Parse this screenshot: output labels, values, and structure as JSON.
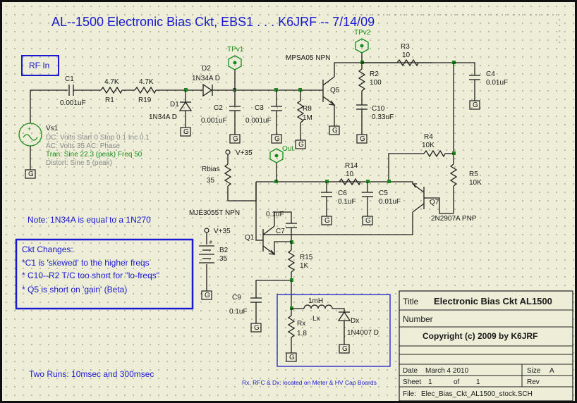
{
  "title": "AL--1500 Electronic Bias Ckt, EBS1 . . . K6JRF -- 7/14/09",
  "rf_in": "RF In",
  "note": "Note: 1N34A is equal to a 1N270",
  "changes": {
    "heading": "Ckt Changes:",
    "items": [
      "*C1 is 'skewed' to the higher freqs",
      "* C10--R2 T/C too short for \"lo-freqs\"",
      "* Q5 is short on 'gain' (Beta)"
    ]
  },
  "runs": "Two Runs:  10msec and 300msec",
  "bottom_note": "Rx, RFC & Dx: located on Meter & HV Cap Boards",
  "source": {
    "name": "Vs1",
    "lines": [
      "DC: Volts  Start 0  Stop 0.1  Inc 0.1",
      "AC: Volts  35  AC: Phase",
      "Tran: Sine  22.3 (peak)  Freq 50",
      "Distort: Sine  5 (peak)"
    ]
  },
  "components": {
    "C1": {
      "ref": "C1",
      "value": "0.001uF"
    },
    "R1": {
      "ref": "R1",
      "value": "4.7K"
    },
    "R19": {
      "ref": "R19",
      "value": "4.7K"
    },
    "D1": {
      "ref": "D1",
      "value": "1N34A  D"
    },
    "D2": {
      "ref": "D2",
      "value": "1N34A  D"
    },
    "C2": {
      "ref": "C2",
      "value": "0.001uF"
    },
    "C3": {
      "ref": "C3",
      "value": "0.001uF"
    },
    "R8": {
      "ref": "R8",
      "value": "1M"
    },
    "Q5": {
      "ref": "Q5",
      "value": "MPSA05  NPN"
    },
    "R2": {
      "ref": "R2",
      "value": "100"
    },
    "C10": {
      "ref": "C10",
      "value": "0.33uF"
    },
    "R3": {
      "ref": "R3",
      "value": "10"
    },
    "C4": {
      "ref": "C4",
      "value": "0.01uF"
    },
    "R4": {
      "ref": "R4",
      "value": "10K"
    },
    "R5": {
      "ref": "R5",
      "value": "10K"
    },
    "R14": {
      "ref": "R14",
      "value": "10"
    },
    "C6": {
      "ref": "C6",
      "value": "0.1uF"
    },
    "C5": {
      "ref": "C5",
      "value": "0.01uF"
    },
    "Q7": {
      "ref": "Q7",
      "value": "2N2907A  PNP"
    },
    "Rbias": {
      "ref": "Rbias",
      "value": "35"
    },
    "Q1": {
      "ref": "Q1",
      "value": "MJE3055T  NPN"
    },
    "C7": {
      "ref": "C7",
      "value": "0.1uF"
    },
    "R15": {
      "ref": "R15",
      "value": "1K"
    },
    "C9": {
      "ref": "C9",
      "value": "0.1uF"
    },
    "B2": {
      "ref": "B2",
      "value": "35"
    },
    "Rx": {
      "ref": "Rx",
      "value": "1.8"
    },
    "Lx": {
      "ref": "Lx",
      "value": "1mH"
    },
    "Dx": {
      "ref": "Dx",
      "value": "1N4007  D"
    }
  },
  "test_points": {
    "tpv1": "TPv1",
    "tpv2": "TPv2",
    "out": "Out"
  },
  "supplies": {
    "v1": "V+35",
    "v2": "V+35"
  },
  "ground": "G",
  "title_block": {
    "title_label": "Title",
    "title_value": "Electronic Bias Ckt  AL1500",
    "number_label": "Number",
    "copyright": "Copyright (c) 2009 by K6JRF",
    "date_label": "Date",
    "date_value": "March 4 2010",
    "size_label": "Size",
    "size_value": "A",
    "sheet_label": "Sheet",
    "sheet_value": "1",
    "of_label": "of",
    "of_value": "1",
    "rev_label": "Rev",
    "file_label": "File:",
    "file_value": "Elec_Bias_Ckt_AL1500_stock.SCH"
  },
  "colors": {
    "accent": "#1a1ad0",
    "testpoint": "#158a1a",
    "background": "#ededd8"
  }
}
